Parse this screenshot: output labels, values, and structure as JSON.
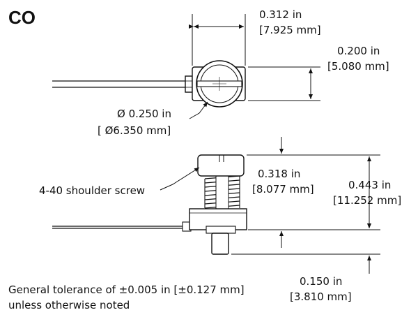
{
  "title": "CO",
  "dimensions": {
    "width_in": "0.312 in",
    "width_mm": "[7.925 mm]",
    "height_in": "0.200 in",
    "height_mm": "[5.080 mm]",
    "dia_in": "Ø 0.250 in",
    "dia_mm": "[ Ø6.350 mm]",
    "screw_h_in": "0.318 in",
    "screw_h_mm": "[8.077 mm]",
    "total_h_in": "0.443 in",
    "total_h_mm": "[11.252 mm]",
    "shoulder_in": "0.150 in",
    "shoulder_mm": "[3.810 mm]"
  },
  "callouts": {
    "screw": "4-40 shoulder screw"
  },
  "notes": {
    "line1": "General tolerance of ±0.005 in [±0.127 mm]",
    "line2": "unless otherwise noted"
  }
}
